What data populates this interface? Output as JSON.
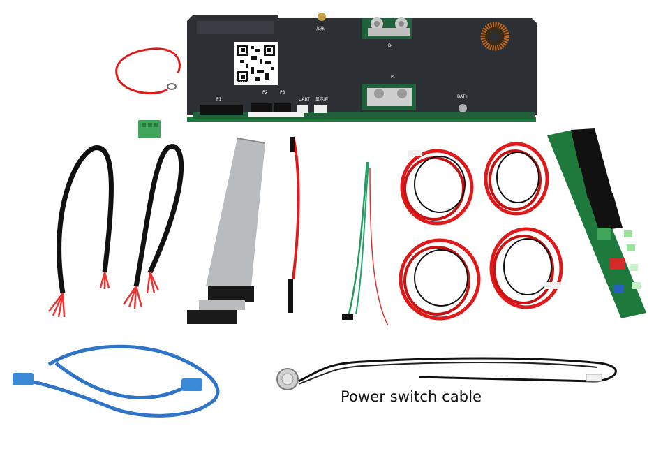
{
  "caption": "Power switch cable",
  "board": {
    "brand": "WWW.JK-BMS.COM",
    "p1": "P1",
    "p2": "P2",
    "p3": "P3",
    "uart": "UART",
    "display": "显示屏",
    "b_minus": "B-",
    "p_minus": "P-",
    "bat_plus": "BAT+",
    "heat": "加热"
  },
  "colors": {
    "background": "#ffffff",
    "board": "#2b2e33",
    "pcb_green": "#1e7a3c",
    "red_wire": "#e01a1a",
    "black_wire": "#111111",
    "ribbon": "#b9bcbf",
    "ethernet": "#2f74c8"
  }
}
